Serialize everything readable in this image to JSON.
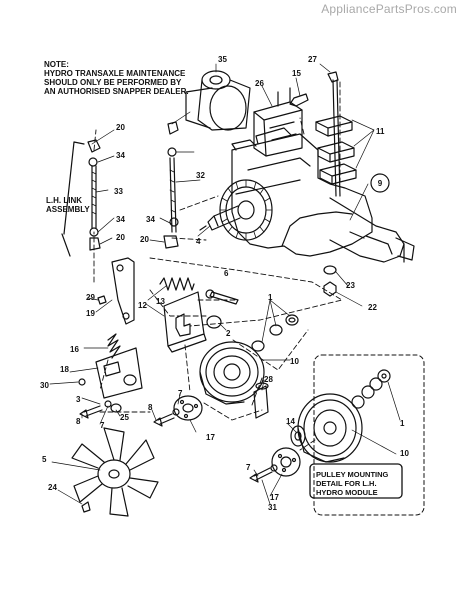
{
  "watermark": "AppliancePartsPros.com",
  "note": {
    "line1": "NOTE:",
    "line2": "HYDRO TRANSAXLE MAINTENANCE",
    "line3": "SHOULD ONLY BE PERFORMED BY",
    "line4": "AN AUTHORISED SNAPPER DEALER."
  },
  "lh_link": {
    "line1": "L.H. LINK",
    "line2": "ASSEMBLY"
  },
  "detail": {
    "line1": "PULLEY MOUNTING",
    "line2": "DETAIL FOR L.H.",
    "line3": "HYDRO MODULE"
  },
  "callouts": [
    "35",
    "27",
    "15",
    "26",
    "11",
    "20",
    "34",
    "33",
    "32",
    "9",
    "34",
    "20",
    "34",
    "20",
    "4",
    "6",
    "23",
    "22",
    "29",
    "13",
    "19",
    "12",
    "1",
    "2",
    "16",
    "18",
    "10",
    "30",
    "28",
    "3",
    "25",
    "8",
    "7",
    "8",
    "7",
    "17",
    "14",
    "10",
    "1",
    "5",
    "24",
    "7",
    "17",
    "31"
  ]
}
